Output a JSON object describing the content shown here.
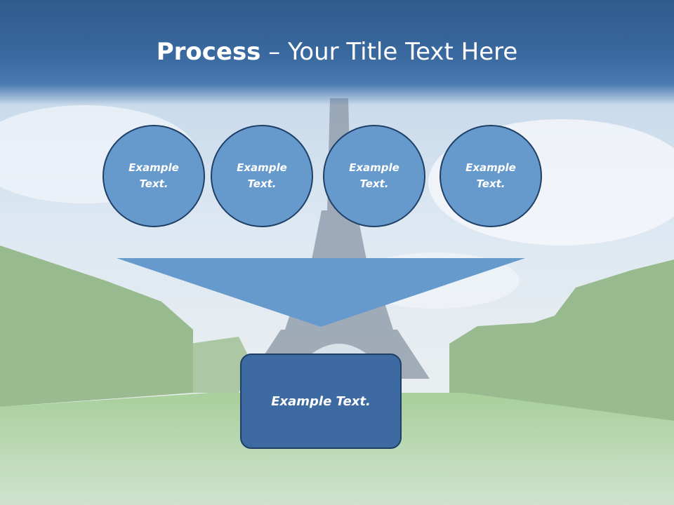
{
  "slide": {
    "title_bold": "Process",
    "title_rest": " – Your Title Text Here",
    "circles": [
      {
        "label": "Example Text."
      },
      {
        "label": "Example Text."
      },
      {
        "label": "Example Text."
      },
      {
        "label": "Example Text."
      }
    ],
    "result_label": "Example Text."
  },
  "colors": {
    "title_band": "#3a6aa0",
    "circle_fill": "#6699cc",
    "circle_border": "#1f3f66",
    "funnel_fill": "#6699cc",
    "result_fill": "#3d6aa0"
  }
}
